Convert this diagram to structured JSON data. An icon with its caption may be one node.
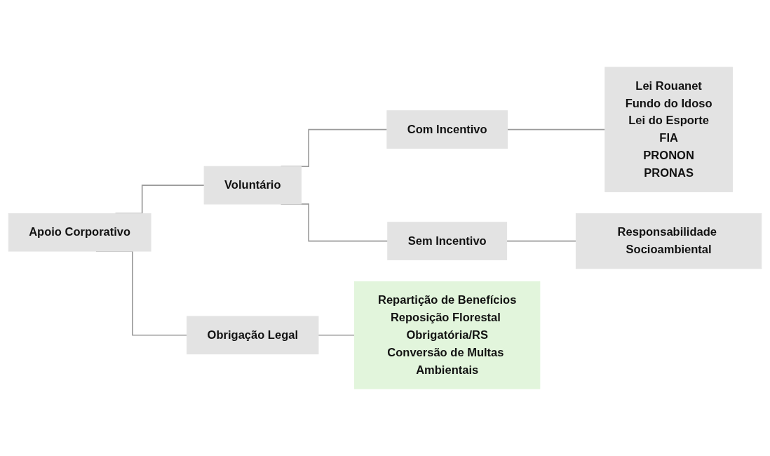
{
  "diagram": {
    "nodes": [
      {
        "text": [
          "Apoio Corporativo"
        ]
      },
      {
        "text": [
          "Voluntário"
        ]
      },
      {
        "text": [
          "Com Incentivo"
        ]
      },
      {
        "text": [
          "Lei Rouanet",
          "Fundo do Idoso",
          "Lei do Esporte",
          "FIA",
          "PRONON",
          "PRONAS"
        ]
      },
      {
        "text": [
          "Sem Incentivo"
        ]
      },
      {
        "text": [
          "Responsabilidade Socioambiental"
        ]
      },
      {
        "text": [
          "Obrigação Legal"
        ]
      },
      {
        "text": [
          "Repartição de Benefícios",
          "Reposição Florestal Obrigatória/RS",
          "Conversão de Multas Ambientais"
        ]
      }
    ],
    "edges": [
      {
        "from": 0,
        "to": 1,
        "arrow": "none"
      },
      {
        "from": 0,
        "to": 6,
        "arrow": "none"
      },
      {
        "from": 1,
        "to": 2,
        "arrow": "none"
      },
      {
        "from": 1,
        "to": 4,
        "arrow": "none"
      },
      {
        "from": 2,
        "to": 3,
        "arrow": "none"
      },
      {
        "from": 4,
        "to": 5,
        "arrow": "none"
      },
      {
        "from": 6,
        "to": 7,
        "arrow": "none"
      }
    ]
  }
}
